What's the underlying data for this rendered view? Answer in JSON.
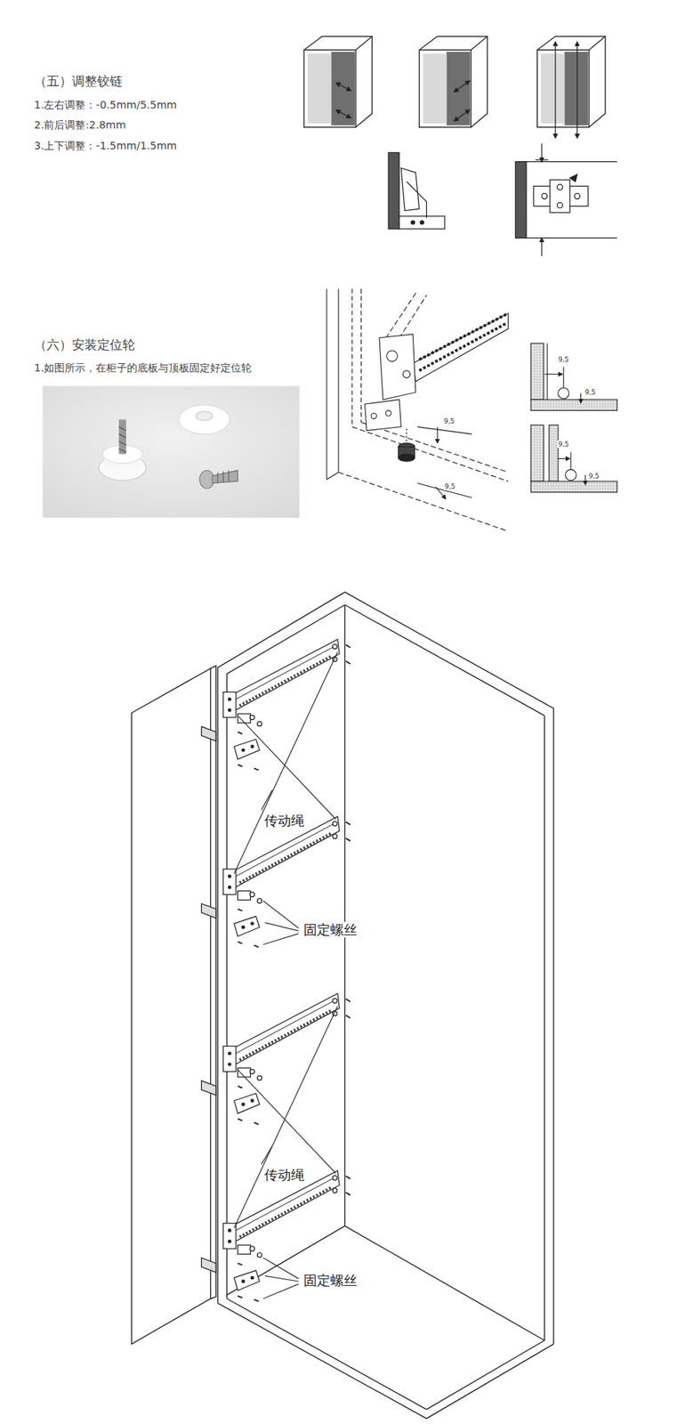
{
  "diagram": {
    "labels": [
      "（五）调整铰链",
      "1.左右调整：-0.5mm/5.5mm",
      "2.前后调整:2.8mm",
      "3.上下调整：-1.5mm/1.5mm",
      "（六）安装定位轮",
      "1.如图所示，在柜子的底板与顶板固定好定位轮",
      "9,5",
      "9,5",
      "9,5",
      "9,5",
      "9,5",
      "9,5",
      "传动绳",
      "固定螺丝",
      "传动绳",
      "固定螺丝"
    ]
  }
}
